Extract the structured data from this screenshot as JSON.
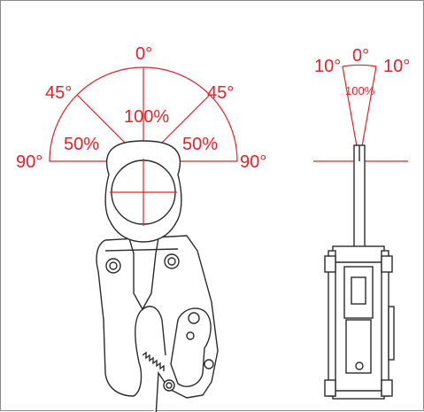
{
  "colors": {
    "accent": "#e8202a",
    "ink": "#2b2b2b",
    "border": "#8a8a8a"
  },
  "front_view": {
    "angles": {
      "top": "0°",
      "left_45": "45°",
      "right_45": "45°",
      "left_90": "90°",
      "right_90": "90°"
    },
    "capacities": {
      "center": "100%",
      "left": "50%",
      "right": "50%"
    }
  },
  "side_view": {
    "angles": {
      "top": "0°",
      "left": "10°",
      "right": "10°"
    },
    "capacity": "100%"
  }
}
